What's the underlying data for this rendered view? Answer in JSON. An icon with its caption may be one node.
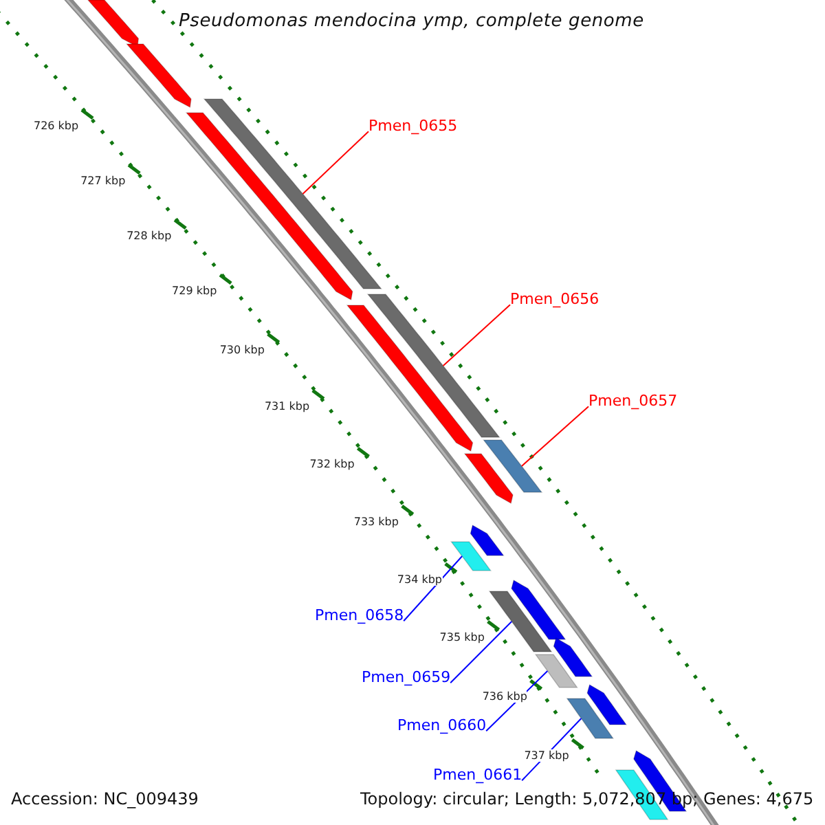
{
  "diagram": {
    "title": "Pseudomonas mendocina ymp, complete genome",
    "nodes": [
      {
        "text": [
          "Pmen_0655"
        ]
      },
      {
        "text": [],
        "shape": "bar"
      },
      {
        "text": [
          "Pmen_0656"
        ]
      },
      {
        "text": [],
        "shape": "bar"
      },
      {
        "text": [
          "Pmen_0657"
        ]
      },
      {
        "text": [],
        "shape": "bar"
      },
      {
        "text": [
          "Pmen_0658"
        ]
      },
      {
        "text": [],
        "shape": "bar"
      },
      {
        "text": [
          "Pmen_0659"
        ]
      },
      {
        "text": [],
        "shape": "bar"
      },
      {
        "text": [
          "Pmen_0660"
        ]
      },
      {
        "text": [],
        "shape": "bar"
      },
      {
        "text": [
          "Pmen_0661"
        ]
      },
      {
        "text": [],
        "shape": "bar"
      },
      {
        "text": [],
        "shape": "bar"
      },
      {
        "text": [],
        "shape": "bar"
      },
      {
        "text": [],
        "shape": "bar"
      },
      {
        "text": [],
        "shape": "bar"
      },
      {
        "text": [],
        "shape": "bar"
      },
      {
        "text": [],
        "shape": "bar"
      },
      {
        "text": [],
        "shape": "bar"
      },
      {
        "text": [],
        "shape": "bar"
      },
      {
        "text": [],
        "shape": "bar"
      },
      {
        "text": [],
        "shape": "bar"
      },
      {
        "text": [],
        "shape": "bar"
      }
    ],
    "edges": [
      {
        "from": 0,
        "to": 1,
        "arrow": "none",
        "color": "#ff0000"
      },
      {
        "from": 2,
        "to": 3,
        "arrow": "none",
        "color": "#ff0000"
      },
      {
        "from": 4,
        "to": 5,
        "arrow": "none",
        "color": "#ff0000"
      },
      {
        "from": 6,
        "to": 7,
        "arrow": "none",
        "color": "#0000ff"
      },
      {
        "from": 8,
        "to": 9,
        "arrow": "none",
        "color": "#0000ff"
      },
      {
        "from": 10,
        "to": 11,
        "arrow": "none",
        "color": "#0000ff"
      },
      {
        "from": 12,
        "to": 13,
        "arrow": "none",
        "color": "#0000ff"
      }
    ],
    "labels": [
      "726 kbp",
      "727 kbp",
      "728 kbp",
      "729 kbp",
      "730 kbp",
      "731 kbp",
      "732 kbp",
      "733 kbp",
      "734 kbp",
      "735 kbp",
      "736 kbp",
      "737 kbp",
      "Accession: NC_009439",
      "Topology: circular; Length: 5,072,807 bp; Genes: 4,675"
    ]
  }
}
